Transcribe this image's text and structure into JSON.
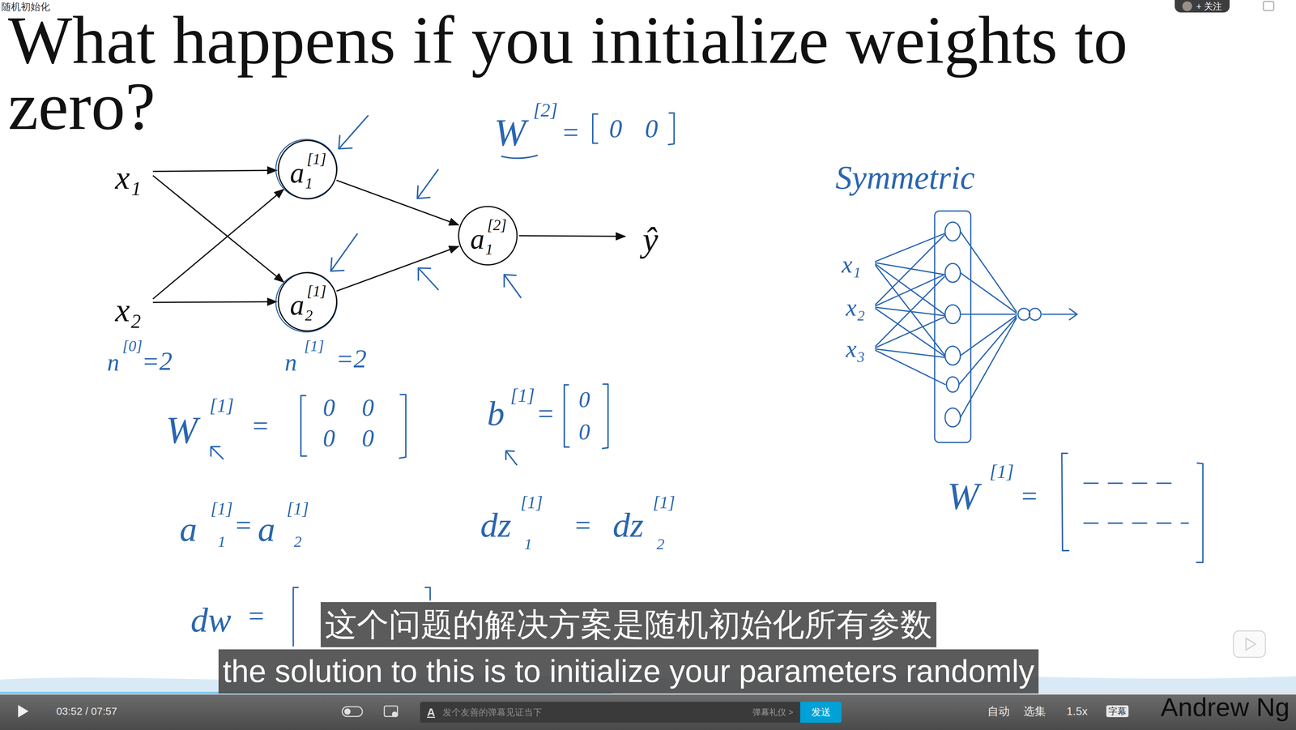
{
  "diagram": {
    "title": "What happens if you initialize weights to zero?",
    "nodes": [
      {
        "text": [
          "+ 关注"
        ]
      },
      {
        "text": [
          "a",
          "[1]",
          "1"
        ]
      },
      {
        "text": [
          "a",
          "[1]",
          "2"
        ]
      },
      {
        "text": [
          "a",
          "[2]",
          "1"
        ]
      },
      {
        "text": [
          "这个问题的解决方案是随机初始化所有参数"
        ]
      },
      {
        "text": [
          "the solution to this is to initialize your parameters randomly"
        ]
      },
      {
        "text": [
          "A",
          "发个友善的弹幕见证当下",
          "弹幕礼仪 >"
        ]
      },
      {
        "text": [
          "发送"
        ]
      },
      {
        "text": [
          "字幕"
        ]
      }
    ],
    "edges": [
      {
        "from": 1,
        "to": 3,
        "arrow": "to"
      },
      {
        "from": 2,
        "to": 3,
        "arrow": "to"
      }
    ],
    "labels": [
      "随机初始化",
      "x₁",
      "x₂",
      "ŷ",
      "W",
      "[2]",
      "=",
      "0",
      "0",
      "Symmetric",
      "n",
      "[0]",
      "=2",
      "n",
      "[1]",
      "=2",
      "x₁",
      "x₂",
      "x₃",
      "W",
      "[1]",
      "=",
      "0",
      "0",
      "0",
      "0",
      "b",
      "[1]",
      "=",
      "0",
      "0",
      "W",
      "[1]",
      "=",
      "a",
      "[1]",
      "1",
      "=",
      "a",
      "[1]",
      "2",
      "dz",
      "[1]",
      "1",
      "=",
      "dz",
      "[1]",
      "2",
      "dw",
      "=",
      "03:52 / 07:57",
      "自动",
      "选集",
      "1.5x",
      "Andrew Ng"
    ]
  }
}
